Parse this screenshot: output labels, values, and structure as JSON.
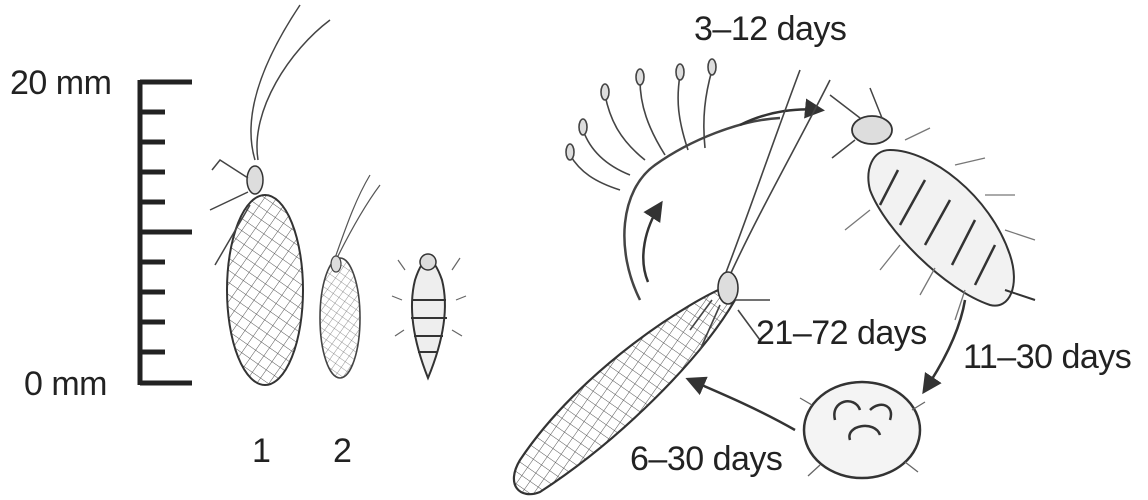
{
  "scale": {
    "max_label": "20 mm",
    "min_label": "0 mm"
  },
  "specimens": [
    {
      "label": "1"
    },
    {
      "label": "2"
    }
  ],
  "life_cycle": {
    "egg_to_larva": "3–12 days",
    "larva_to_pupa": "11–30 days",
    "pupa_to_adult": "6–30 days",
    "adult_to_eggs": "21–72 days"
  },
  "colors": {
    "ink": "#222222",
    "paper": "#ffffff"
  }
}
